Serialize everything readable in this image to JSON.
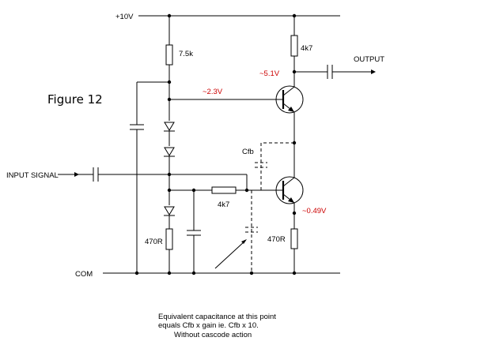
{
  "figure_title": "Figure 12",
  "labels": {
    "supply": "+10V",
    "common": "COM",
    "input": "INPUT SIGNAL",
    "output": "OUTPUT",
    "r_bias_top": "7.5k",
    "r_collector": "4k7",
    "r_base": "4k7",
    "r_bias_bottom": "470R",
    "r_emitter": "470R",
    "cfb": "Cfb"
  },
  "voltages": {
    "collector": "~5.1V",
    "upper_base": "~2.3V",
    "emitter": "~0.49V"
  },
  "note": {
    "line1": "Equivalent capacitance at this point",
    "line2": "equals Cfb x gain ie. Cfb x 10.",
    "line3": "Without cascode action"
  }
}
